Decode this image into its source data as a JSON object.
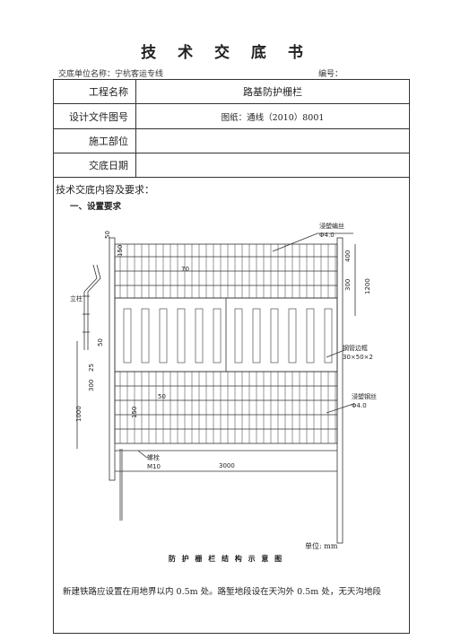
{
  "document": {
    "title": "技 术 交 底 书",
    "unit_label": "交底单位名称：宁杭客运专线",
    "number_label": "编号："
  },
  "table": {
    "rows": [
      {
        "key": "工程名称",
        "value": "路基防护栅栏"
      },
      {
        "key": "设计文件图号",
        "value": "图纸：通线（2010）8001"
      },
      {
        "key": "施工部位",
        "value": ""
      },
      {
        "key": "交底日期",
        "value": ""
      }
    ],
    "requirements_label": "技术交底内容及要求：",
    "section_title": "一、设置要求"
  },
  "drawing": {
    "labels": {
      "wire_top": "浸塑编丝",
      "wire_top_spec": "Φ4.0",
      "frame": "钢管边框",
      "frame_spec": "30×50×2",
      "wire_bottom": "浸塑钢丝",
      "wire_bottom_spec": "Φ4.0",
      "bolt": "螺栓",
      "bolt_spec": "M10",
      "post": "立柱",
      "span": "3000",
      "height_top": "1200",
      "height_left": "1000",
      "d50a": "50",
      "d150": "150",
      "d70": "70",
      "d400": "400",
      "d300r": "300",
      "d50b": "50",
      "d25": "25",
      "d300l": "300",
      "d50c": "50",
      "d150b": "150"
    },
    "unit_note": "单位: mm",
    "caption": "防 护 栅 栏 结 构 示 意 图"
  },
  "body_text": "新建铁路应设置在用地界以内 0.5m 处。路堑地段设在天沟外 0.5m 处，无天沟地段"
}
